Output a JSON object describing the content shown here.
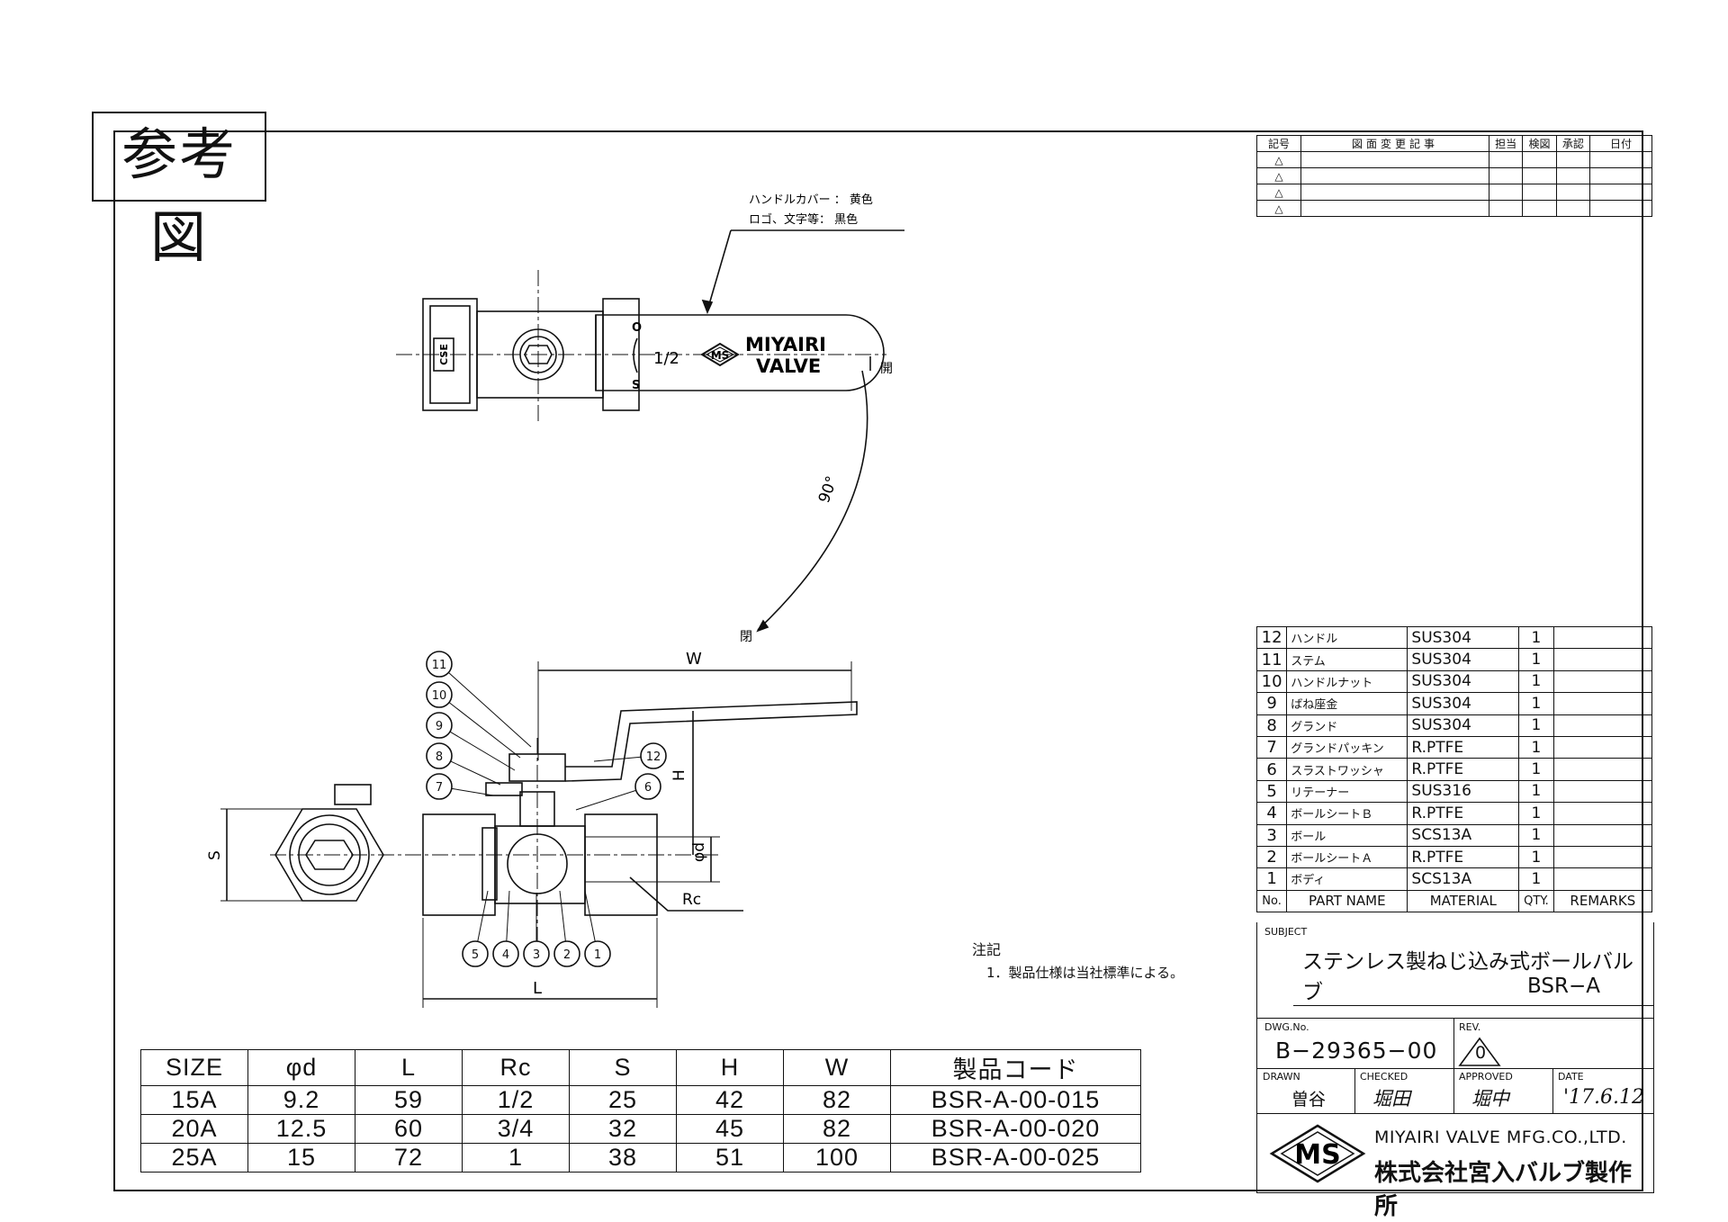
{
  "stamp": "参考図",
  "callout": {
    "line1": "ハンドルカバー ： 黄色",
    "line2": "ロゴ、文字等： 黒色"
  },
  "handle_marks": {
    "o": "O",
    "s": "S",
    "size": "1/2",
    "brand_line1": "MIYAIRI",
    "brand_line2": "VALVE",
    "logo": "MS",
    "body_mark": "CSE"
  },
  "labels": {
    "open": "開",
    "closed": "閉",
    "angle": "90°",
    "w": "W",
    "h": "H",
    "phi_d": "φd",
    "rc": "Rc",
    "l": "L",
    "s": "S"
  },
  "balloons": [
    "11",
    "10",
    "9",
    "8",
    "7",
    "12",
    "6",
    "5",
    "4",
    "3",
    "2",
    "1"
  ],
  "notes": {
    "title": "注記",
    "item": "1．製品仕様は当社標準による。"
  },
  "revision_table": {
    "headers": [
      "記号",
      "図面変更記事",
      "担当",
      "検図",
      "承認",
      "日付"
    ],
    "rows": 4
  },
  "parts_table": {
    "rows": [
      {
        "no": "12",
        "name": "ハンドル",
        "material": "SUS304",
        "qty": "1"
      },
      {
        "no": "11",
        "name": "ステム",
        "material": "SUS304",
        "qty": "1"
      },
      {
        "no": "10",
        "name": "ハンドルナット",
        "material": "SUS304",
        "qty": "1"
      },
      {
        "no": "9",
        "name": "ばね座金",
        "material": "SUS304",
        "qty": "1"
      },
      {
        "no": "8",
        "name": "グランド",
        "material": "SUS304",
        "qty": "1"
      },
      {
        "no": "7",
        "name": "グランドパッキン",
        "material": "R.PTFE",
        "qty": "1"
      },
      {
        "no": "6",
        "name": "スラストワッシャ",
        "material": "R.PTFE",
        "qty": "1"
      },
      {
        "no": "5",
        "name": "リテーナー",
        "material": "SUS316",
        "qty": "1"
      },
      {
        "no": "4",
        "name": "ボールシートＢ",
        "material": "R.PTFE",
        "qty": "1"
      },
      {
        "no": "3",
        "name": "ボール",
        "material": "SCS13A",
        "qty": "1"
      },
      {
        "no": "2",
        "name": "ボールシートＡ",
        "material": "R.PTFE",
        "qty": "1"
      },
      {
        "no": "1",
        "name": "ボディ",
        "material": "SCS13A",
        "qty": "1"
      }
    ],
    "header": {
      "no": "No.",
      "name": "PART NAME",
      "material": "MATERIAL",
      "qty": "QTY.",
      "remarks": "REMARKS"
    }
  },
  "title_block": {
    "subject_label": "SUBJECT",
    "subject": "ステンレス製ねじ込み式ボールバルブ",
    "model": "BSR−A",
    "dwg_label": "DWG.No.",
    "dwg_no": "B−29365−00",
    "rev_label": "REV.",
    "rev": "0",
    "drawn_label": "DRAWN",
    "drawn": "曽谷",
    "checked_label": "CHECKED",
    "checked": "堀田",
    "approved_label": "APPROVED",
    "approved": "堀中",
    "date_label": "DATE",
    "date": "'17.6.12",
    "company_en": "MIYAIRI VALVE MFG.CO.,LTD.",
    "company_jp": "株式会社宮入バルブ製作所",
    "logo": "MS"
  },
  "size_table": {
    "headers": [
      "SIZE",
      "φd",
      "L",
      "Rc",
      "S",
      "H",
      "W",
      "製品コード"
    ],
    "rows": [
      [
        "15A",
        "9.2",
        "59",
        "1/2",
        "25",
        "42",
        "82",
        "BSR-A-00-015"
      ],
      [
        "20A",
        "12.5",
        "60",
        "3/4",
        "32",
        "45",
        "82",
        "BSR-A-00-020"
      ],
      [
        "25A",
        "15",
        "72",
        "1",
        "38",
        "51",
        "100",
        "BSR-A-00-025"
      ]
    ]
  }
}
